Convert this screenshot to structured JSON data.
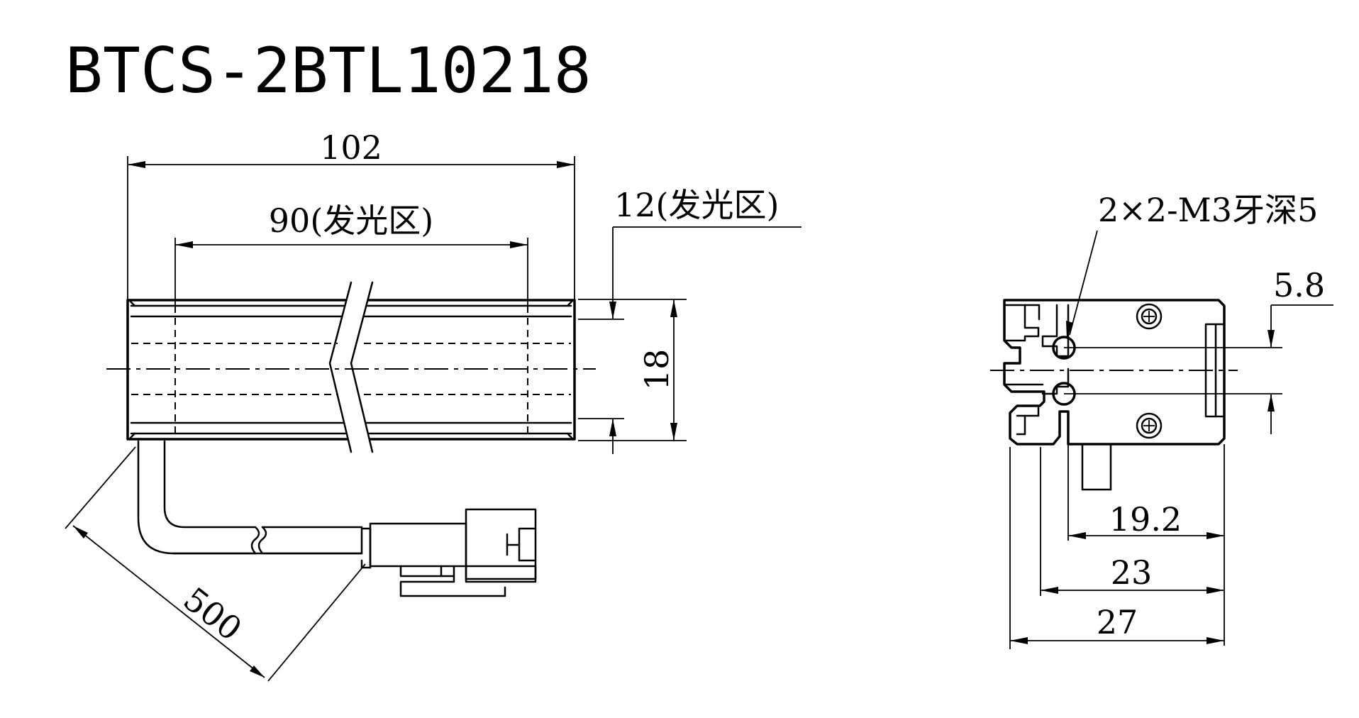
{
  "title": "BTCS-2BTL10218",
  "front_view": {
    "overall_length": "102",
    "emitting_length": "90(发光区)",
    "emitting_width": "12(发光区)",
    "height": "18",
    "cable_length": "500"
  },
  "side_view": {
    "hole_note": "2×2-M3牙深5",
    "hole_spacing": "5.8",
    "dim_19_2": "19.2",
    "dim_23": "23",
    "dim_27": "27"
  }
}
